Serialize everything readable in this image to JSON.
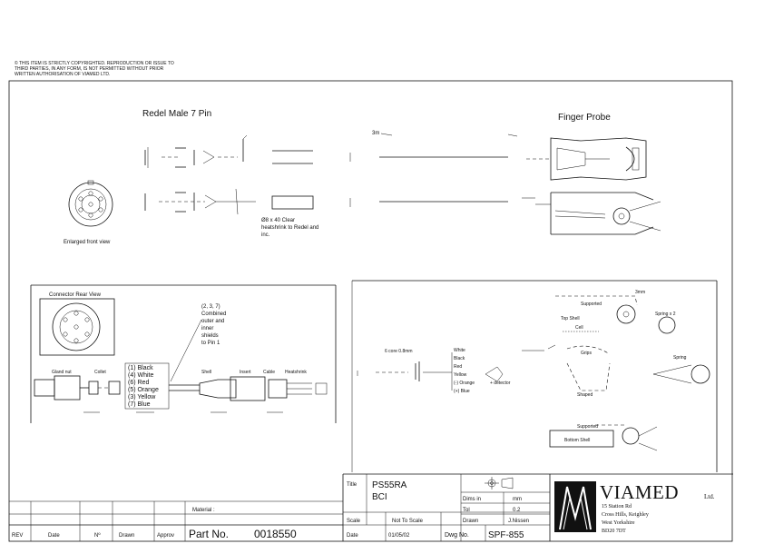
{
  "copyright_notice": [
    "© THIS ITEM IS STRICTLY COPYRIGHTED. REPRODUCTION OR ISSUE TO",
    "THIRD PARTIES, IN ANY FORM, IS NOT PERMITTED WITHOUT PRIOR",
    "WRITTEN AUTHORISATION OF VIAMED LTD."
  ],
  "top_view": {
    "connector_title": "Redel Male 7 Pin",
    "probe_title": "Finger Probe",
    "cable_length": "3m",
    "enlarged_label": "Enlarged front view",
    "sleeving_note": [
      "Ø8 x 40 Clear",
      "heatshrink to Redel and",
      "inc."
    ]
  },
  "bottom_left": {
    "rear_view_label": "Connector Rear View",
    "cable_note": [
      "(2, 3, 7)",
      "Combined",
      "outer and",
      "inner",
      "shields",
      "to Pin 1"
    ],
    "pin_list": [
      "(1) Black",
      "(4) White",
      "(6) Red",
      "(5) Orange",
      "(3) Yellow",
      "(7) Blue"
    ],
    "part_labels": [
      "Gland nut",
      "Collet",
      "Shell",
      "Insert",
      "Cable",
      "Heatshrink"
    ]
  },
  "bottom_right": {
    "cable_label": "6 core 0.8mm",
    "wire_colors": [
      "White",
      "Black",
      "Red",
      "Yellow",
      "(-) Orange",
      "(+) Blue"
    ],
    "wire_note": "+ detector",
    "extra_labels": [
      "Supported",
      "Cell",
      "3mm",
      "Spring x 2",
      "Spring",
      "Grips",
      "Shaped",
      "Supported",
      "Bottom Shell",
      "Top Shell"
    ]
  },
  "title_block": {
    "material_label": "Material :",
    "rev_headers": [
      "REV",
      "Date",
      "Nº",
      "Drawn",
      "Approv"
    ],
    "title_label": "Title",
    "title_line1": "PS55RA",
    "title_line2": "BCI",
    "scale_label": "Scale",
    "scale_value": "Not To Scale",
    "date_label": "Date",
    "date_value": "01/05/02",
    "dims_label": "Dims in",
    "dims_value": "mm",
    "tol_label": "Tol",
    "tol_value": "0.2",
    "drawn_label": "Drawn",
    "drawn_value": "J.Nissen",
    "dwg_label": "Dwg No.",
    "dwg_value": "SPF-855",
    "part_label": "Part No.",
    "part_value": "0018550"
  },
  "company": {
    "name": "VIAMED",
    "suffix": "Ltd.",
    "address": [
      "15 Station Rd",
      "Cross Hills, Keighley",
      "West Yorkshire",
      "BD20 7DT"
    ]
  }
}
